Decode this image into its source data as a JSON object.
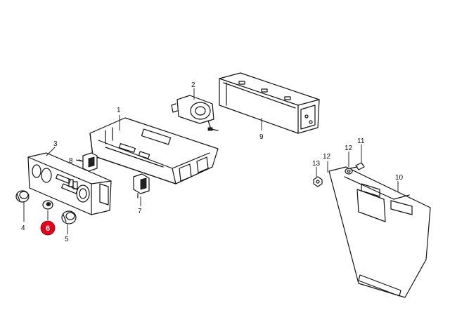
{
  "colors": {
    "line": "#111111",
    "highlight": "#e0001b",
    "background": "#ffffff"
  },
  "labels": {
    "p1": "1",
    "p2": "2",
    "p3": "3",
    "p4": "4",
    "p5": "5",
    "p6": "6",
    "p7": "7",
    "p8": "8",
    "p9": "9",
    "p10": "10",
    "p11": "11",
    "p12": "12",
    "p13": "13"
  },
  "highlighted_part": "6"
}
